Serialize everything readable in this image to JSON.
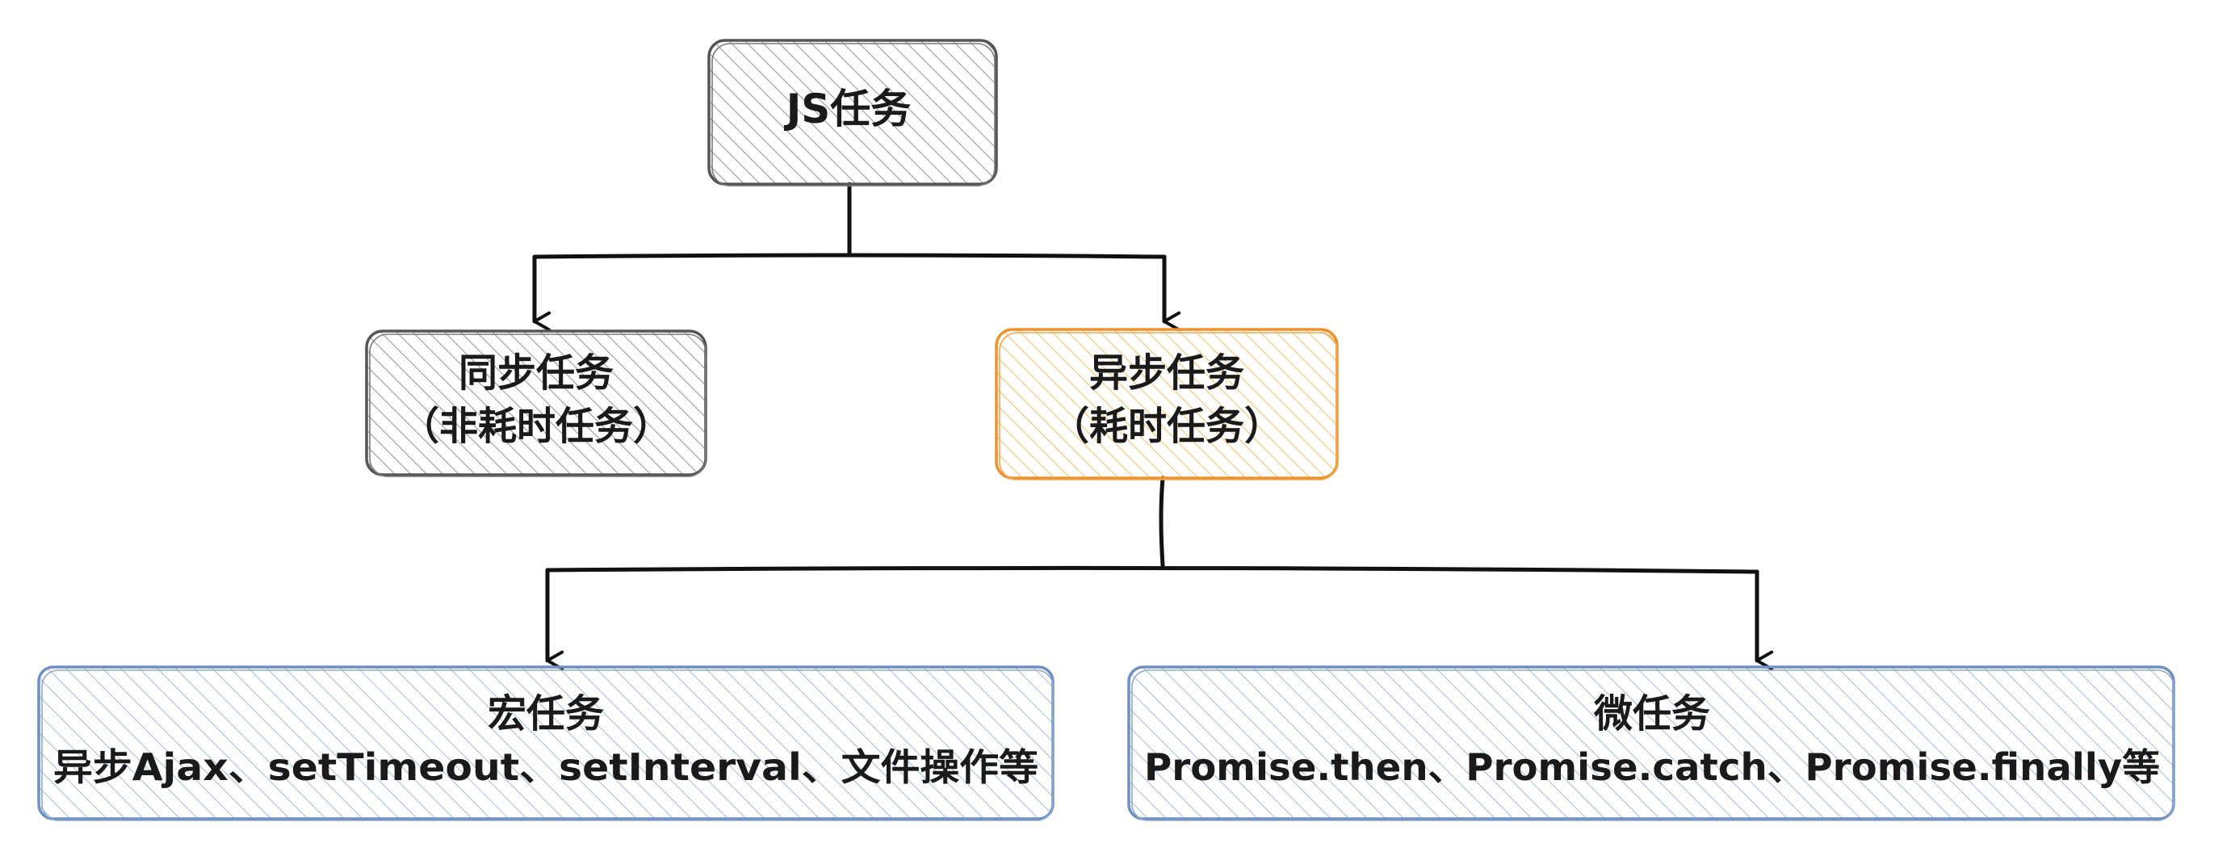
{
  "nodes": {
    "root": {
      "line1": "JS任务"
    },
    "sync": {
      "line1": "同步任务",
      "line2": "（非耗时任务）"
    },
    "async": {
      "line1": "异步任务",
      "line2": "（耗时任务）"
    },
    "macro": {
      "line1": "宏任务",
      "line2": "异步Ajax、setTimeout、setInterval、文件操作等"
    },
    "micro": {
      "line1": "微任务",
      "line2": "Promise.then、Promise.catch、Promise.finally等"
    }
  },
  "edges": [
    {
      "from": "root",
      "to": "sync"
    },
    {
      "from": "root",
      "to": "async"
    },
    {
      "from": "async",
      "to": "macro"
    },
    {
      "from": "async",
      "to": "micro"
    }
  ],
  "colors": {
    "default_stroke": "#555555",
    "default_hatch": "#9a9a9a",
    "async_stroke": "#f0922b",
    "async_hatch": "#f5c877",
    "task_stroke": "#6d8fc4",
    "task_hatch": "#a9bfe0",
    "edge": "#111111"
  }
}
